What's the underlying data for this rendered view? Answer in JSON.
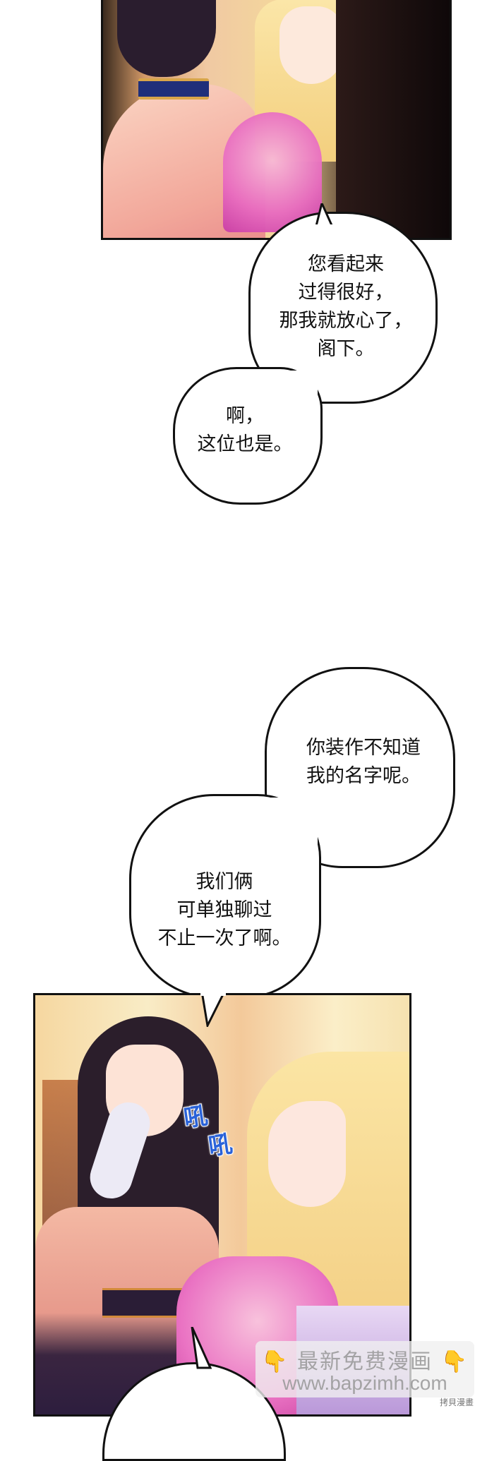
{
  "page": {
    "type": "webtoon-comic-page",
    "background": "#ffffff"
  },
  "panels": [
    {
      "id": "panel-1",
      "description": "Dark-haired woman seen from behind, blonde woman smiling with pink floral fan",
      "colors": {
        "border": "#111111",
        "dark_hair": "#2a1d2e",
        "blonde_hair": "#f3cf7e",
        "fan": "#e86ac0",
        "choker": "#1f2f7a"
      }
    },
    {
      "id": "panel-2",
      "description": "Dark-haired woman laughing behind gloved hand, blonde woman speaking to her",
      "colors": {
        "border": "#111111",
        "dark_hair": "#2b1e2b",
        "blonde_hair": "#f2cc80",
        "fan": "#ea73c3"
      },
      "sfx": [
        "吼",
        "吼"
      ],
      "sfx_color": "#2a62d8"
    }
  ],
  "bubbles": [
    {
      "id": "bubble-1",
      "lines": [
        "您看起来",
        "过得很好，",
        "那我就放心了，",
        "阁下。"
      ]
    },
    {
      "id": "bubble-2",
      "lines": [
        "啊，",
        "这位也是。"
      ]
    },
    {
      "id": "bubble-3",
      "lines": [
        "你装作不知道",
        "我的名字呢。"
      ]
    },
    {
      "id": "bubble-4",
      "lines": [
        "我们俩",
        "可单独聊过",
        "不止一次了啊。"
      ]
    }
  ],
  "bubble_text": {
    "b1": "您看起来\n过得很好，\n那我就放心了，\n阁下。",
    "b2": "啊，\n这位也是。",
    "b3": "你装作不知道\n我的名字呢。",
    "b4": "我们俩\n可单独聊过\n不止一次了啊。"
  },
  "sfx": {
    "first": "吼",
    "second": "吼"
  },
  "watermark": {
    "hand_left": "👇",
    "hand_right": "👇",
    "line1": "最新免费漫画",
    "line2": "www.bapzimh.com",
    "credit": "拷貝漫畫"
  }
}
